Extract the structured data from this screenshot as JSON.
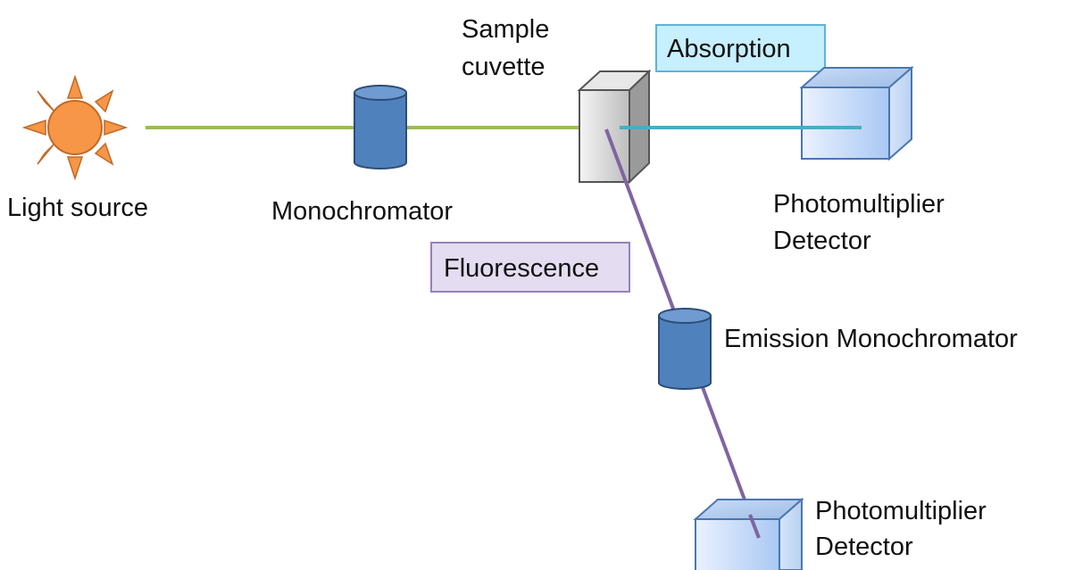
{
  "labels": {
    "light_source": "Light source",
    "monochromator": "Monochromator",
    "sample_line1": "Sample",
    "sample_line2": "cuvette",
    "absorption": "Absorption",
    "fluorescence": "Fluorescence",
    "pmt_top_line1": "Photomultiplier",
    "pmt_top_line2": "Detector",
    "emission_monochromator": "Emission Monochromator",
    "pmt_bottom_line1": "Photomultiplier",
    "pmt_bottom_line2": "Detector"
  },
  "colors": {
    "excitation_beam": "#9bbb59",
    "transmitted_beam": "#4bacc6",
    "emission_beam": "#8064a2",
    "sun_fill": "#f79646",
    "sun_stroke": "#c0692a",
    "monochromator_fill": "#4f81bd",
    "monochromator_stroke": "#2c4d75",
    "absorption_box_fill": "#c6efff",
    "absorption_box_stroke": "#5fb3d6",
    "fluorescence_box_fill": "#e4dcf0",
    "fluorescence_box_stroke": "#9880bb"
  },
  "icons": {
    "light_source": "sun-icon",
    "monochromator": "cylinder-icon",
    "sample": "cuvette-box",
    "detector": "detector-box"
  }
}
